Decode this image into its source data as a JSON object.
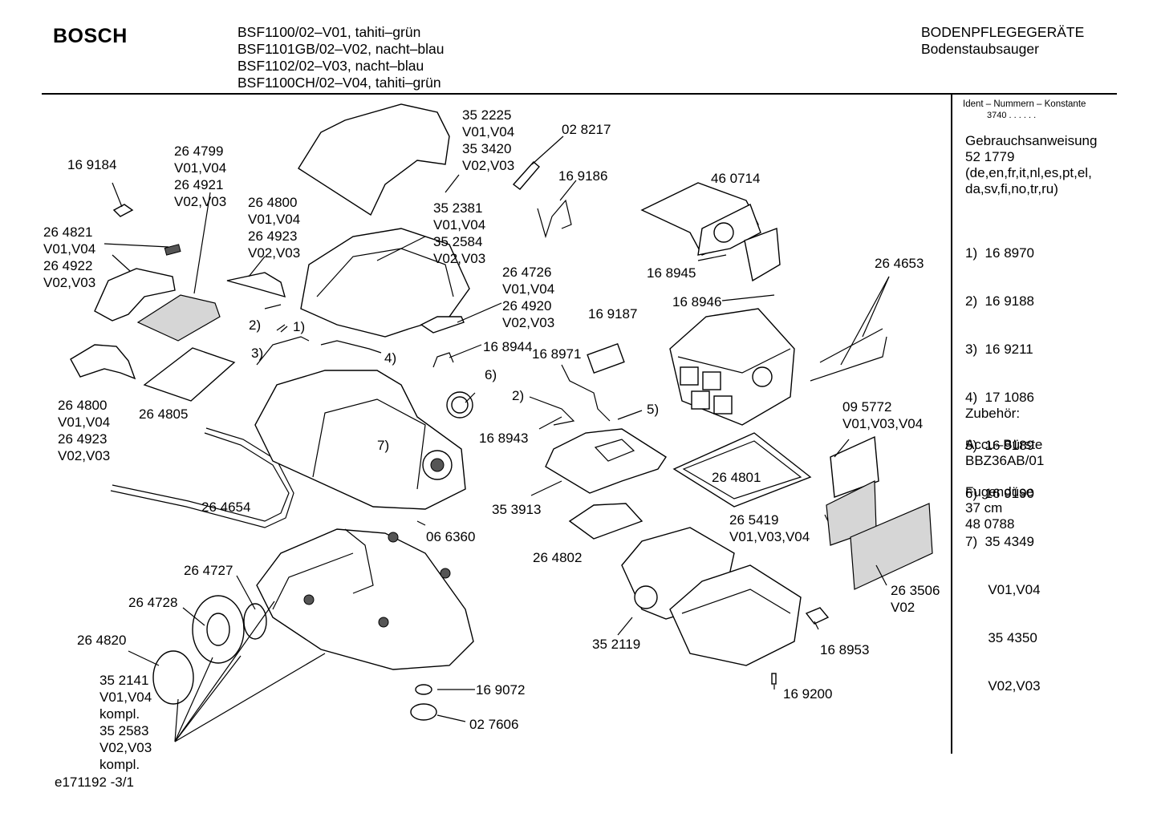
{
  "header": {
    "brand": "BOSCH",
    "models": [
      "BSF1100/02–V01, tahiti–grün",
      "BSF1101GB/02–V02, nacht–blau",
      "BSF1102/02–V03, nacht–blau",
      "BSF1100CH/02–V04, tahiti–grün"
    ],
    "category_line1": "BODENPFLEGEGERÄTE",
    "category_line2": "Bodenstaubsauger"
  },
  "sidebar": {
    "ident_title": "Ident – Nummern – Konstante",
    "ident_code": "3740  . .   . . . .",
    "manual_title": "Gebrauchsanweisung",
    "manual_number": "52 1779",
    "manual_langs_1": "(de,en,fr,it,nl,es,pt,el,",
    "manual_langs_2": "da,sv,fi,no,tr,ru)",
    "footnotes": [
      "1)  16 8970",
      "2)  16 9188",
      "3)  16 9211",
      "4)  17 1086",
      "5)  16 9189",
      "6)  16 9190",
      "7)  35 4349",
      "      V01,V04",
      "      35 4350",
      "      V02,V03"
    ],
    "accessories_title": "Zubehör:",
    "accessory_1_name": "Accu–Bürste",
    "accessory_1_code": "BBZ36AB/01",
    "accessory_2_name": "Fugendüse",
    "accessory_2_size": "37 cm",
    "accessory_2_code": "48 0788"
  },
  "labels": {
    "p169184": "16 9184",
    "p264799": [
      "26 4799",
      "V01,V04",
      "26 4921",
      "V02,V03"
    ],
    "p264821": [
      "26 4821",
      "V01,V04",
      "26 4922",
      "V02,V03"
    ],
    "p264800a": [
      "26 4800",
      "V01,V04",
      "26 4923",
      "V02,V03"
    ],
    "p264800b": [
      "26 4800",
      "V01,V04",
      "26 4923",
      "V02,V03"
    ],
    "p352225": [
      "35 2225",
      "V01,V04",
      "35 3420",
      "V02,V03"
    ],
    "p028217": "02 8217",
    "p169186": "16 9186",
    "p460714": "46 0714",
    "p352381": [
      "35 2381",
      "V01,V04",
      "35 2584",
      "V02,V03"
    ],
    "p264726": [
      "26 4726",
      "V01,V04",
      "26 4920",
      "V02,V03"
    ],
    "p168945": "16 8945",
    "p264653": "26 4653",
    "p168946": "16 8946",
    "p169187": "16 9187",
    "p168944": "16 8944",
    "p168971": "16 8971",
    "p168943": "16 8943",
    "p264805": "26 4805",
    "p264654": "26 4654",
    "p353913": "35 3913",
    "p264801": "26 4801",
    "p095772": [
      "09 5772",
      "V01,V03,V04"
    ],
    "p265419": [
      "26 5419",
      "V01,V03,V04"
    ],
    "p264802": "26 4802",
    "p066360": "06 6360",
    "p264727": "26 4727",
    "p264728": "26 4728",
    "p264820": "26 4820",
    "p352141": [
      "35 2141",
      "V01,V04",
      "kompl.",
      "35 2583",
      "V02,V03",
      "kompl."
    ],
    "p352119": "35 2119",
    "p263506": [
      "26 3506",
      "V02"
    ],
    "p168953": "16 8953",
    "p169200": "16 9200",
    "p169072": "16 9072",
    "p027606": "02 7606",
    "ref1": "1)",
    "ref2a": "2)",
    "ref2b": "2)",
    "ref3": "3)",
    "ref4": "4)",
    "ref5": "5)",
    "ref6": "6)",
    "ref7": "7)"
  },
  "footer": {
    "drawing_id": "e171192 -3/1"
  }
}
